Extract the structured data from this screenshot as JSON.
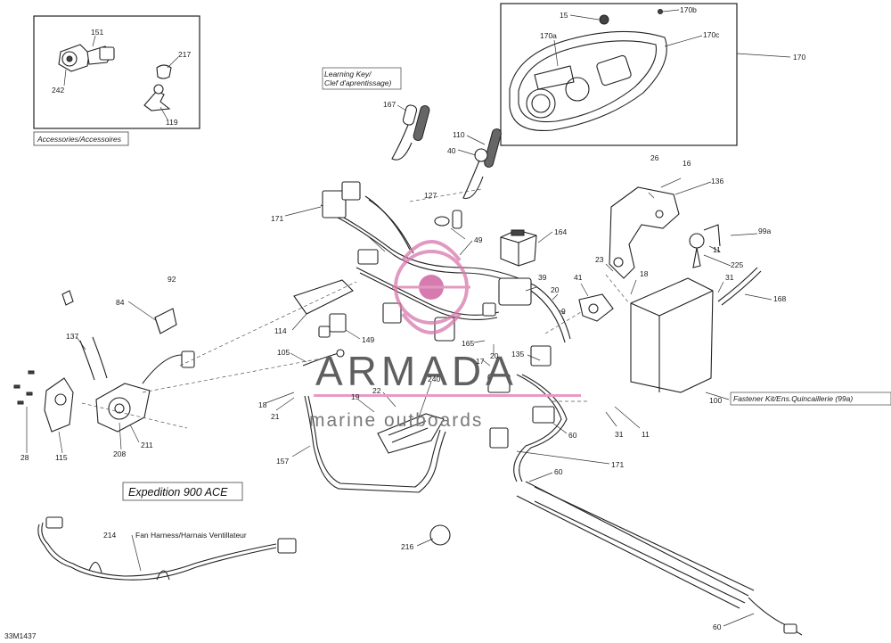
{
  "figure_code": "33M1437",
  "model_name": "Expedition 900 ACE",
  "watermark": {
    "brand": "ARMADA",
    "tagline": "marine outboards"
  },
  "box_labels": {
    "accessories": "Accessories/Accessoires",
    "learning_key_line1": "Learning Key/",
    "learning_key_line2": "Clef d'aprentissage)",
    "fastener_kit": "Fastener Kit/Ens.Quincaillerie (99a)",
    "fan_harness": "Fan Harness/Harnais Ventillateur"
  },
  "callouts": [
    {
      "id": "c151",
      "label": "151"
    },
    {
      "id": "c242",
      "label": "242"
    },
    {
      "id": "c217",
      "label": "217"
    },
    {
      "id": "c119",
      "label": "119"
    },
    {
      "id": "c15",
      "label": "15"
    },
    {
      "id": "c170b",
      "label": "170b"
    },
    {
      "id": "c170a",
      "label": "170a"
    },
    {
      "id": "c170c",
      "label": "170c"
    },
    {
      "id": "c170",
      "label": "170"
    },
    {
      "id": "c167",
      "label": "167"
    },
    {
      "id": "c110",
      "label": "110"
    },
    {
      "id": "c40",
      "label": "40"
    },
    {
      "id": "c26",
      "label": "26"
    },
    {
      "id": "c16",
      "label": "16"
    },
    {
      "id": "c136",
      "label": "136"
    },
    {
      "id": "c171a",
      "label": "171"
    },
    {
      "id": "c127",
      "label": "127"
    },
    {
      "id": "c164",
      "label": "164"
    },
    {
      "id": "c99a",
      "label": "99a"
    },
    {
      "id": "c49",
      "label": "49"
    },
    {
      "id": "c11a",
      "label": "11"
    },
    {
      "id": "c23",
      "label": "23"
    },
    {
      "id": "c225",
      "label": "225"
    },
    {
      "id": "c92",
      "label": "92"
    },
    {
      "id": "c39",
      "label": "39"
    },
    {
      "id": "c18a",
      "label": "18"
    },
    {
      "id": "c31a",
      "label": "31"
    },
    {
      "id": "c41",
      "label": "41"
    },
    {
      "id": "c20a",
      "label": "20"
    },
    {
      "id": "c168",
      "label": "168"
    },
    {
      "id": "c84",
      "label": "84"
    },
    {
      "id": "c9",
      "label": "9"
    },
    {
      "id": "c114",
      "label": "114"
    },
    {
      "id": "c137",
      "label": "137"
    },
    {
      "id": "c149",
      "label": "149"
    },
    {
      "id": "c165",
      "label": "165"
    },
    {
      "id": "c105",
      "label": "105"
    },
    {
      "id": "c20b",
      "label": "20"
    },
    {
      "id": "c135",
      "label": "135"
    },
    {
      "id": "c17",
      "label": "17"
    },
    {
      "id": "c240",
      "label": "240"
    },
    {
      "id": "c22",
      "label": "22"
    },
    {
      "id": "c19",
      "label": "19"
    },
    {
      "id": "c18b",
      "label": "18"
    },
    {
      "id": "c100",
      "label": "100"
    },
    {
      "id": "c21",
      "label": "21"
    },
    {
      "id": "c60a",
      "label": "60"
    },
    {
      "id": "c31b",
      "label": "31"
    },
    {
      "id": "c11b",
      "label": "11"
    },
    {
      "id": "c28",
      "label": "28"
    },
    {
      "id": "c115",
      "label": "115"
    },
    {
      "id": "c208",
      "label": "208"
    },
    {
      "id": "c211",
      "label": "211"
    },
    {
      "id": "c157",
      "label": "157"
    },
    {
      "id": "c171b",
      "label": "171"
    },
    {
      "id": "c60b",
      "label": "60"
    },
    {
      "id": "c214",
      "label": "214"
    },
    {
      "id": "c216",
      "label": "216"
    },
    {
      "id": "c60c",
      "label": "60"
    }
  ]
}
